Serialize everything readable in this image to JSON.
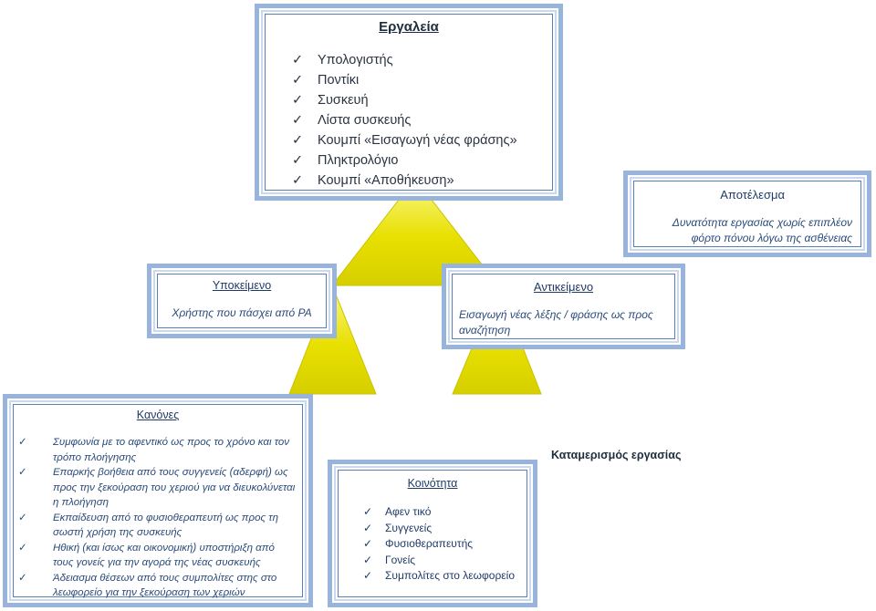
{
  "tools": {
    "title": "Εργαλεία",
    "items": [
      "Υπολογιστής",
      "Ποντίκι",
      "Συσκευή",
      "Λίστα συσκευής",
      "Κουμπί «Εισαγωγή νέας φράσης»",
      "Πληκτρολόγιο",
      "Κουμπί «Αποθήκευση»"
    ]
  },
  "outcome": {
    "title": "Αποτέλεσμα",
    "text": "Δυνατότητα εργασίας χωρίς επιπλέον φόρτο πόνου λόγω της ασθένειας"
  },
  "subject": {
    "title": "Υποκείμενο",
    "text": "Χρήστης που πάσχει από ΡΑ"
  },
  "object": {
    "title": "Αντικείμενο",
    "text": "Εισαγωγή νέας λέξης / φράσης ως προς αναζήτηση"
  },
  "rules": {
    "title": "Κανόνες",
    "items": [
      "Συμφωνία με το αφεντικό ως προς το χρόνο και τον τρόπο πλοήγησης",
      "Επαρκής βοήθεια από τους συγγενείς (αδερφή) ως προς την ξεκούραση του χεριού για να διευκολύνεται η πλοήγηση",
      "Εκπαίδευση από το φυσιοθεραπευτή ως προς τη σωστή χρήση της συσκευής",
      "Ηθική (και ίσως και οικονομική) υποστήριξη από τους γονείς για την αγορά της νέας συσκευής",
      "Άδειασμα θέσεων από τους συμπολίτες στης στο λεωφορείο για την ξεκούραση των χεριών"
    ]
  },
  "community": {
    "title": "Κοινότητα",
    "items": [
      "Αφεν τικό",
      "Συγγενείς",
      "Φυσιοθεραπευτής",
      "Γονείς",
      "Συμπολίτες στο λεωφορείο"
    ]
  },
  "division": {
    "title": "Καταμερισμός εργασίας"
  },
  "check_mark": "✓",
  "colors": {
    "triangle_fill": "#e8e000",
    "triangle_light": "#fbf78a",
    "border": "#98b4dc"
  }
}
